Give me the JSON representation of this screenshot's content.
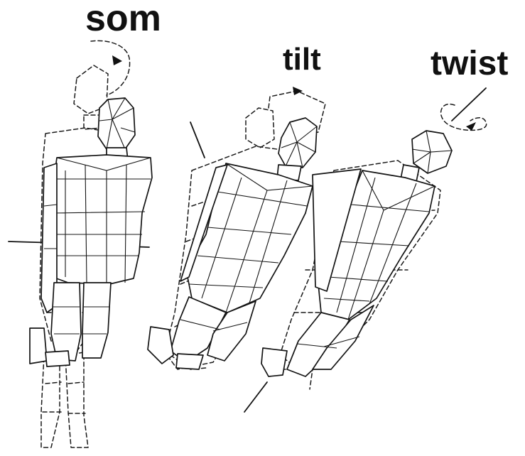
{
  "labels": {
    "som": "som",
    "tilt": "tilt",
    "twist": "twist"
  },
  "figures": [
    {
      "rotation": "som"
    },
    {
      "rotation": "tilt"
    },
    {
      "rotation": "twist"
    }
  ],
  "colors": {
    "ink": "#141414",
    "background": "#ffffff"
  }
}
